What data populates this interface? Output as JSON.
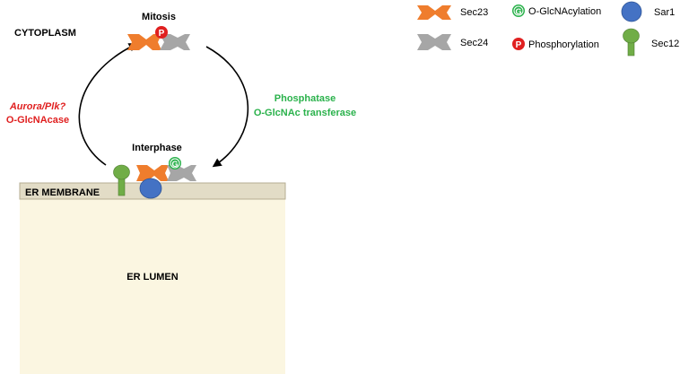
{
  "labels": {
    "cytoplasm": "CYTOPLASM",
    "mitosis": "Mitosis",
    "interphase": "Interphase",
    "er_membrane": "ER MEMBRANE",
    "er_lumen": "ER LUMEN",
    "left_arrow_line1": "Aurora/Plk?",
    "left_arrow_line2": "O-GlcNAcase",
    "right_arrow_line1": "Phosphatase",
    "right_arrow_line2": "O-GlcNAc transferase"
  },
  "badges": {
    "phospho_letter": "P",
    "glcnac_letter": "G"
  },
  "legend": {
    "sec23": "Sec23",
    "sec24": "Sec24",
    "oglcnac": "O-GlcNAcylation",
    "phospho": "Phosphorylation",
    "sar1": "Sar1",
    "sec12": "Sec12"
  },
  "colors": {
    "sec23": "#ef7d2d",
    "sec24": "#a6a6a6",
    "sar1": "#4472c4",
    "sec12": "#70ad47",
    "phospho": "#e02020",
    "glcnac": "#2bb24c",
    "er_membrane": "#e2dcc6",
    "er_lumen": "#fbf6e1",
    "red_text": "#e02020",
    "green_text": "#2bb24c"
  }
}
